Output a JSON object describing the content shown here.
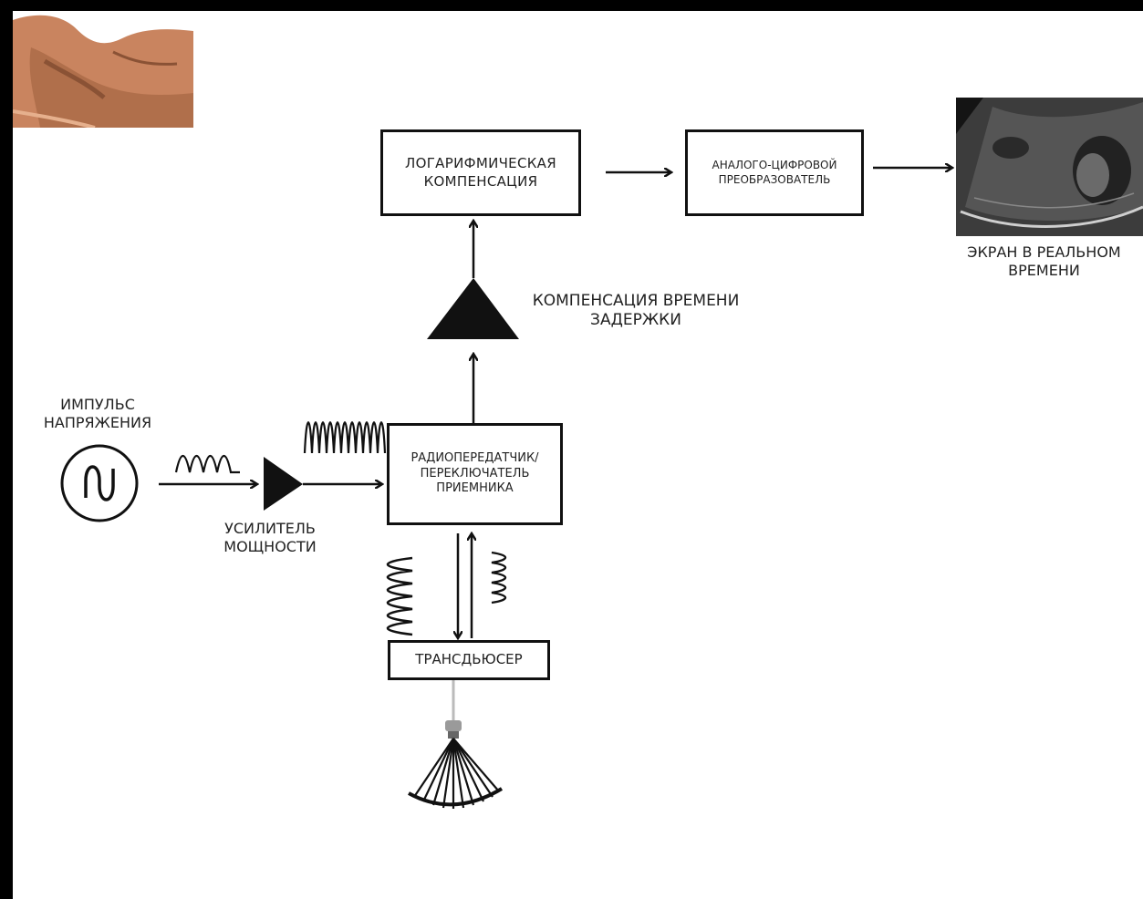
{
  "diagram": {
    "blocks": {
      "log_compensation": "ЛОГАРИФМИЧЕСКАЯ\nКОМПЕНСАЦИЯ",
      "adc": "АНАЛОГО-ЦИФРОВОЙ\nПРЕОБРАЗОВАТЕЛЬ",
      "tr_switch": "РАДИОПЕРЕДАТЧИК/\nПЕРЕКЛЮЧАТЕЛЬ\nПРИЕМНИКА",
      "transducer": "ТРАНСДЬЮСЕР"
    },
    "labels": {
      "realtime_display": "ЭКРАН В РЕАЛЬНОМ\nВРЕМЕНИ",
      "tgc": "КОМПЕНСАЦИЯ ВРЕМЕНИ\nЗАДЕРЖКИ",
      "voltage_pulse": "ИМПУЛЬС\nНАПРЯЖЕНИЯ",
      "power_amplifier": "УСИЛИТЕЛЬ\nМОЩНОСТИ"
    },
    "colors": {
      "line": "#111111",
      "skin": "#c9845f",
      "skin_shadow": "#8a5235"
    }
  }
}
